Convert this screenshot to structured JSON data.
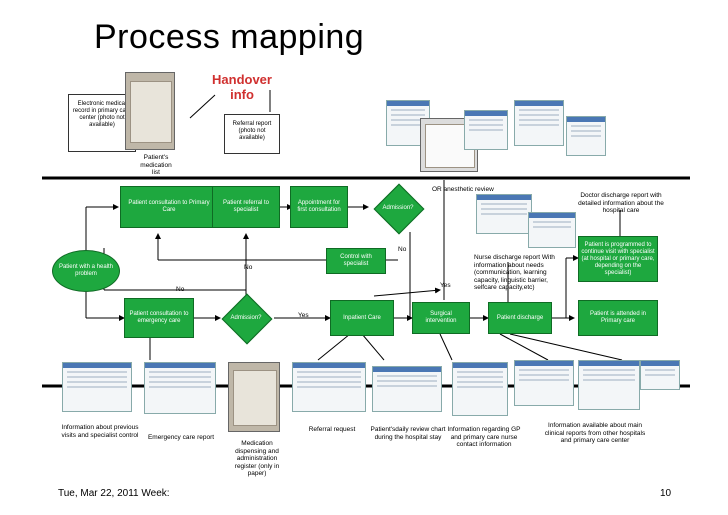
{
  "title": "Process mapping",
  "handover": "Handover info",
  "documents": {
    "emr": "Electronic medical record in primary care center (photo not available)",
    "referral_report": "Referral report (photo not available)",
    "medication_list": "Patient's medication list"
  },
  "boxes": {
    "consultation_primary": "Patient consultation to Primary Care",
    "referral_specialist": "Patient referral to specialist",
    "appointment": "Appointment for first consultation",
    "control_specialist": "Control with specialist",
    "consultation_emergency": "Patient consultation to emergency care",
    "inpatient_care": "Inpatient Care",
    "surgical_intervention": "Surgical intervention",
    "patient_discharge": "Patient discharge",
    "programmed": "Patient is programmed to continue visit with specialist (at hospital or primary care, depending on the specialist)",
    "attended_primary": "Patient is attended in Primary care"
  },
  "diamonds": {
    "admission_top": "Admission?",
    "admission_bottom": "Admission?"
  },
  "start": "Patient with a health problem",
  "edge_labels": {
    "no1": "No",
    "no2": "No",
    "no3": "No",
    "yes1": "Yes",
    "yes2": "Yes"
  },
  "annotations": {
    "or_anesthetic": "OR anesthetic review",
    "doctor_discharge": "Doctor discharge report with detailed information about the hospital care",
    "nurse_discharge": "Nurse discharge report With information about needs (communication, learning capacity, linguistic barrier, selfcare capacity,etc)"
  },
  "captions": {
    "previous_visits": "Information about previous visits and specialist control",
    "emergency_report": "Emergency care report",
    "medication_register": "Medication dispensing and administration register (only in paper)",
    "referral_request": "Referral request",
    "daily_review": "Patient'sdaily review chart during the hospital stay",
    "gp_info": "Information regarding GP and primary care nurse contact information",
    "main_reports": "Information available about main clinical reports from other hospitals and primary care center"
  },
  "footer": {
    "date": "Tue, Mar 22, 2011 Week:",
    "page": "10"
  },
  "colors": {
    "box_fill": "#1ea83f",
    "handover_text": "#d0302f"
  }
}
